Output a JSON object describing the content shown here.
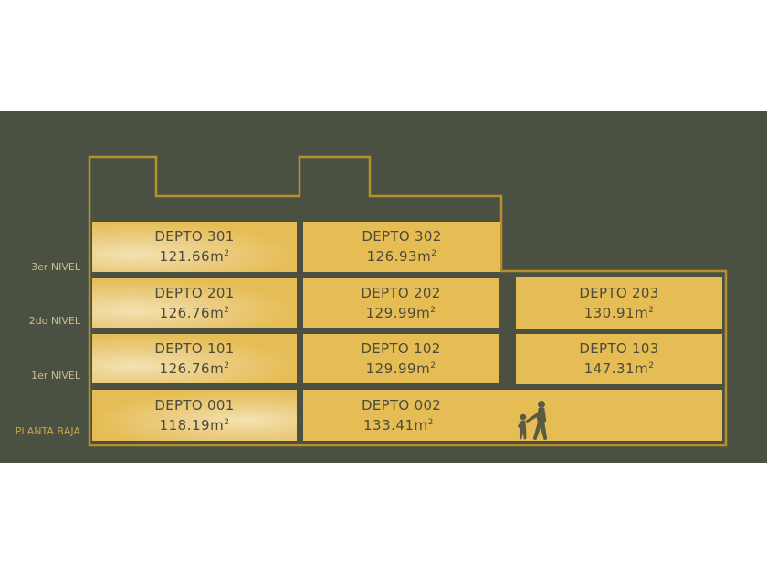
{
  "colors": {
    "background": "#4a5142",
    "unit_fill": "#e6bd55",
    "outline": "#b8902a",
    "text": "#4b4a3c"
  },
  "levels": [
    {
      "label": "3er NIVEL"
    },
    {
      "label": "2do NIVEL"
    },
    {
      "label": "1er NIVEL"
    },
    {
      "label": "PLANTA BAJA"
    }
  ],
  "units": {
    "u301": {
      "name": "DEPTO 301",
      "area": "121.66m",
      "unit_sup": "2"
    },
    "u302": {
      "name": "DEPTO 302",
      "area": "126.93m",
      "unit_sup": "2"
    },
    "u201": {
      "name": "DEPTO 201",
      "area": "126.76m",
      "unit_sup": "2"
    },
    "u202": {
      "name": "DEPTO 202",
      "area": "129.99m",
      "unit_sup": "2"
    },
    "u203": {
      "name": "DEPTO 203",
      "area": "130.91m",
      "unit_sup": "2"
    },
    "u101": {
      "name": "DEPTO 101",
      "area": "126.76m",
      "unit_sup": "2"
    },
    "u102": {
      "name": "DEPTO 102",
      "area": "129.99m",
      "unit_sup": "2"
    },
    "u103": {
      "name": "DEPTO 103",
      "area": "147.31m",
      "unit_sup": "2"
    },
    "u001": {
      "name": "DEPTO 001",
      "area": "118.19m",
      "unit_sup": "2"
    },
    "u002": {
      "name": "DEPTO 002",
      "area": "133.41m",
      "unit_sup": "2"
    }
  }
}
